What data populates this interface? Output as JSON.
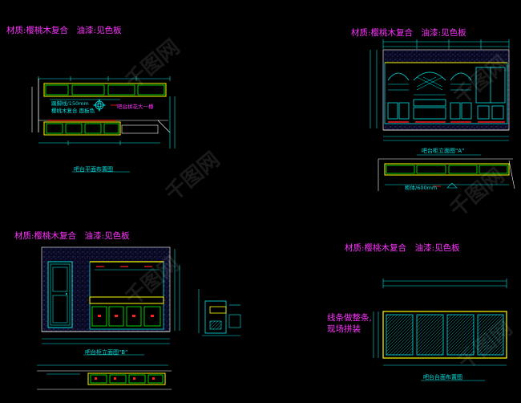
{
  "colors": {
    "background": "#000000",
    "material_text": "#ff33ff",
    "caption_text": "#00e5e5",
    "note_text": "#ff33ff",
    "cyan": "#00e5e5",
    "yellow": "#ffff00",
    "green": "#00ff00",
    "red": "#ff2020",
    "magenta": "#ff33ff",
    "white": "#ffffff",
    "blue": "#3355ff"
  },
  "panels": {
    "top_left": {
      "material_note": "材质:樱桃木复合　油漆:见色板",
      "caption": "吧台平面布置图",
      "annotation_1": "踢脚线/150mm",
      "annotation_2": "樱桃木复合 面板色",
      "annotation_3": "吧台拼花大一樽"
    },
    "top_right": {
      "material_note": "材质:樱桃木复合　油漆:见色板",
      "caption": "吧台柜立面图\"A\"",
      "annotation_1": "柜体/600mm"
    },
    "bottom_left": {
      "material_note": "材质:樱桃木复合　油漆:见色板",
      "caption": "吧台柜立面图\"B\""
    },
    "bottom_right": {
      "material_note": "材质:樱桃木复合　油漆:见色板",
      "note_line_1": "线条做整条,",
      "note_line_2": "现场拼装",
      "caption": "吧台台面布置图"
    }
  },
  "watermark": "千图网"
}
